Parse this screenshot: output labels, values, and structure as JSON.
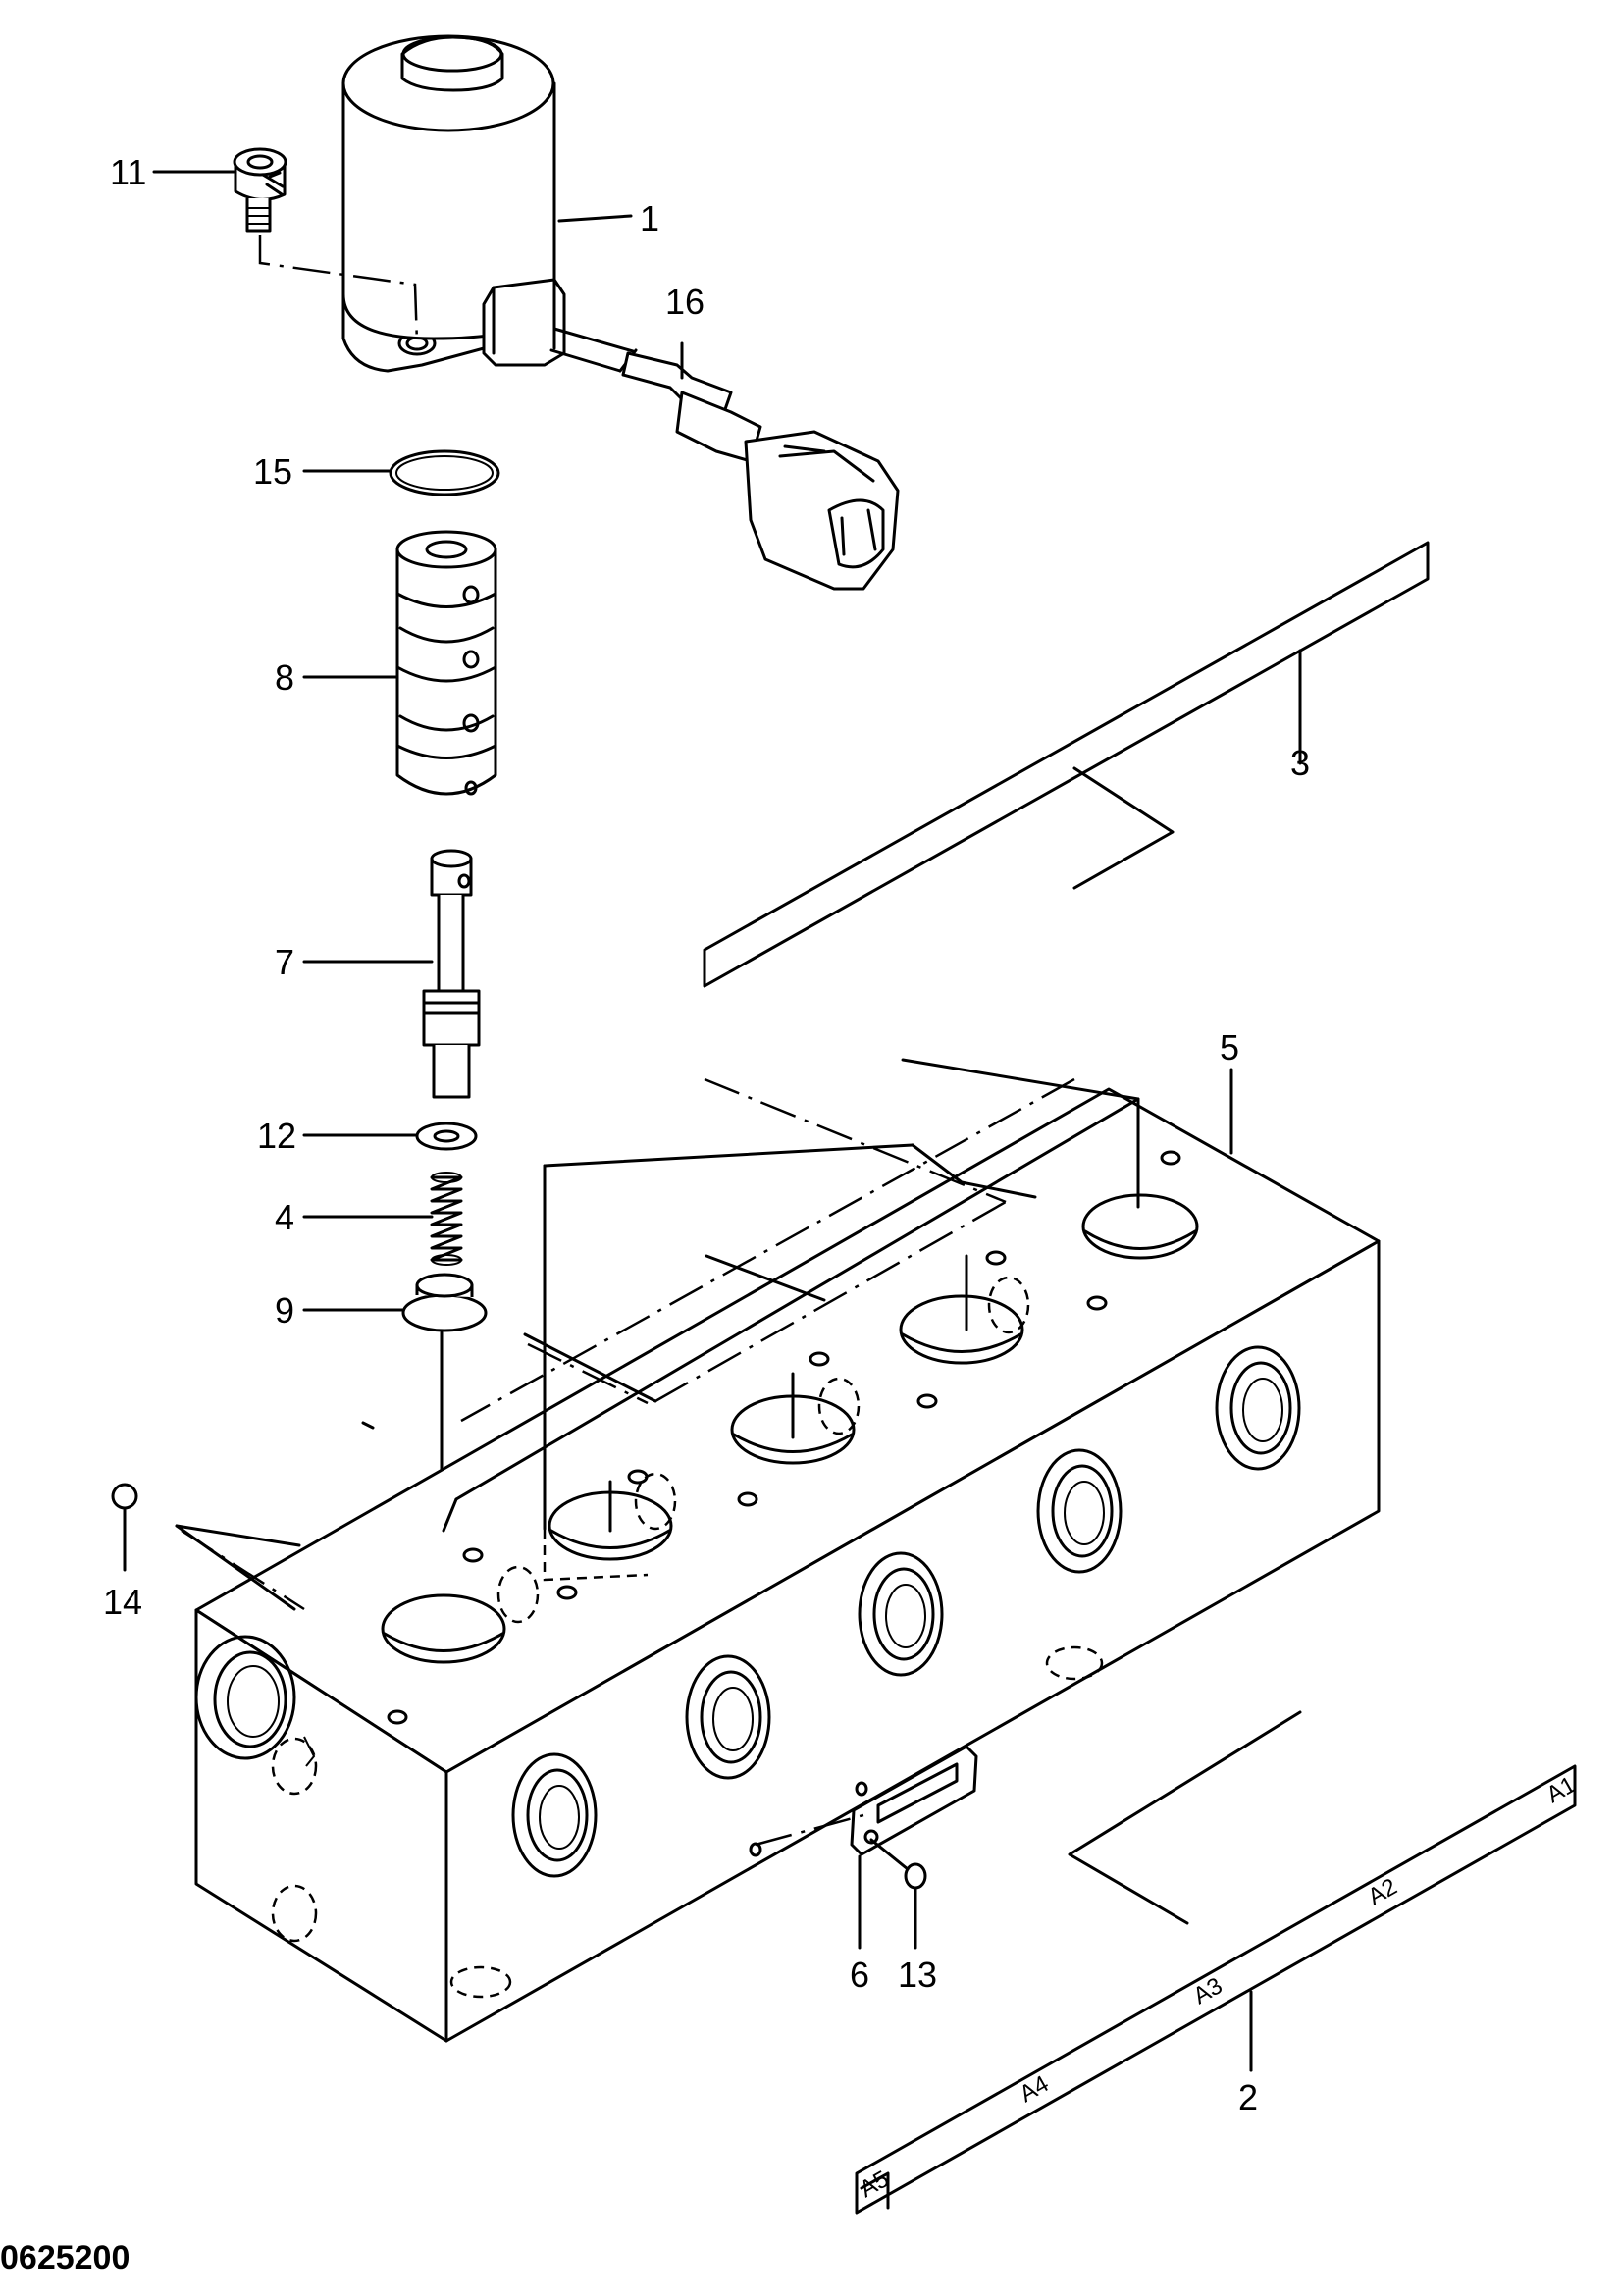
{
  "drawing_number": "0625200",
  "callouts": [
    {
      "id": "solenoid",
      "number": "1"
    },
    {
      "id": "nameplate-strip",
      "number": "2"
    },
    {
      "id": "plate-strip",
      "number": "3"
    },
    {
      "id": "spring",
      "number": "4"
    },
    {
      "id": "valve-block",
      "number": "5"
    },
    {
      "id": "name-plate",
      "number": "6"
    },
    {
      "id": "pin",
      "number": "7"
    },
    {
      "id": "spool",
      "number": "8"
    },
    {
      "id": "seat",
      "number": "9"
    },
    {
      "id": "bolt",
      "number": "11"
    },
    {
      "id": "washer",
      "number": "12"
    },
    {
      "id": "rivet",
      "number": "13"
    },
    {
      "id": "plug",
      "number": "14"
    },
    {
      "id": "o-ring",
      "number": "15"
    },
    {
      "id": "harness",
      "number": "16"
    }
  ],
  "port_labels": [
    "A1",
    "A2",
    "A3",
    "A4",
    "A5"
  ]
}
